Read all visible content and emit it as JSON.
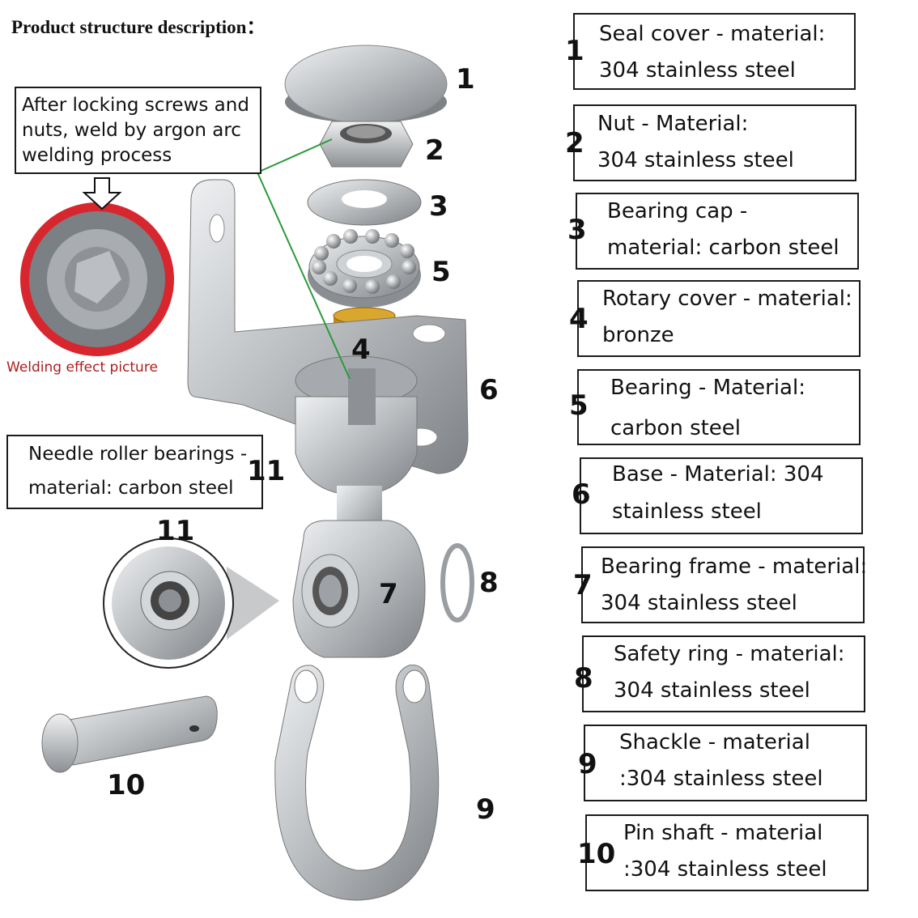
{
  "title": "Product structure description：",
  "welding_note": {
    "line1": "After locking screws and",
    "line2": "nuts, weld by argon arc",
    "line3": "welding process"
  },
  "welding_caption": "Welding effect picture",
  "needle_note": {
    "line1": "Needle roller bearings -",
    "line2": "material: carbon steel"
  },
  "diagram_numbers": {
    "n1": "1",
    "n2": "2",
    "n3": "3",
    "n4": "4",
    "n5": "5",
    "n6": "6",
    "n7": "7",
    "n8": "8",
    "n9": "9",
    "n10": "10",
    "n11a": "11",
    "n11b": "11"
  },
  "parts": [
    {
      "num": "1",
      "line1": "Seal cover - material:",
      "line2": "304 stainless steel"
    },
    {
      "num": "2",
      "line1": "Nut - Material:",
      "line2": "304 stainless steel"
    },
    {
      "num": "3",
      "line1": "Bearing cap -",
      "line2": "material: carbon steel"
    },
    {
      "num": "4",
      "line1": "Rotary cover - material:",
      "line2": "bronze"
    },
    {
      "num": "5",
      "line1": "Bearing - Material:",
      "line2": "carbon steel"
    },
    {
      "num": "6",
      "line1": "Base - Material: 304",
      "line2": "stainless steel"
    },
    {
      "num": "7",
      "line1": "Bearing frame - material:",
      "line2": "304 stainless steel"
    },
    {
      "num": "8",
      "line1": "Safety ring - material:",
      "line2": "304 stainless steel"
    },
    {
      "num": "9",
      "line1": "Shackle - material",
      "line2": ":304 stainless steel"
    },
    {
      "num": "10",
      "line1": "Pin shaft - material",
      "line2": ":304 stainless steel"
    }
  ],
  "colors": {
    "steel": "#bfc2c5",
    "bronze": "#d9a62e",
    "leader_line": "#2a9a3a",
    "weld_ring": "#d8262e",
    "caption_red": "#b01c1c"
  }
}
